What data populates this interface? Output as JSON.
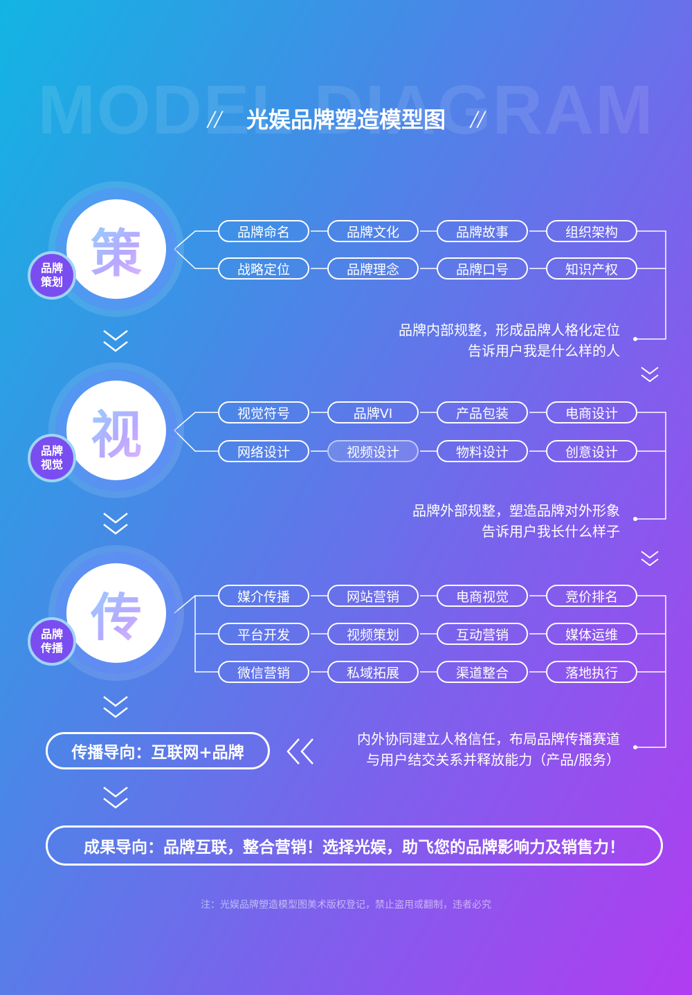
{
  "watermark": "MODEL DIAGRAM",
  "title": {
    "slash_left": "//",
    "text": "光娱品牌塑造模型图",
    "slash_right": "//"
  },
  "sections": [
    {
      "char": "策",
      "badge": [
        "品牌",
        "策划"
      ],
      "rows": [
        [
          "品牌命名",
          "品牌文化",
          "品牌故事",
          "组织架构"
        ],
        [
          "战略定位",
          "品牌理念",
          "品牌口号",
          "知识产权"
        ]
      ],
      "desc": [
        "品牌内部规整，形成品牌人格化定位",
        "告诉用户我是什么样的人"
      ]
    },
    {
      "char": "视",
      "badge": [
        "品牌",
        "视觉"
      ],
      "rows": [
        [
          "视觉符号",
          "品牌VI",
          "产品包装",
          "电商设计"
        ],
        [
          "网络设计",
          "视频设计",
          "物料设计",
          "创意设计"
        ]
      ],
      "desc": [
        "品牌外部规整，塑造品牌对外形象",
        "告诉用户我长什么样子"
      ]
    },
    {
      "char": "传",
      "badge": [
        "品牌",
        "传播"
      ],
      "rows": [
        [
          "媒介传播",
          "网站营销",
          "电商视觉",
          "竞价排名"
        ],
        [
          "平台开发",
          "视频策划",
          "互动营销",
          "媒体运维"
        ],
        [
          "微信营销",
          "私域拓展",
          "渠道整合",
          "落地执行"
        ]
      ],
      "desc": [
        "内外协同建立人格信任，布局品牌传播赛道",
        "与用户结交关系并释放能力（产品/服务）"
      ]
    }
  ],
  "orientation": "传播导向：互联网+品牌",
  "result": "成果导向：品牌互联，整合营销！选择光娱，助飞您的品牌影响力及销售力！",
  "note": "注：光娱品牌塑造模型图美术版权登记，禁止盗用或翻制，违者必究",
  "colors": {
    "accent_badge": "#7a4df0",
    "badge_border": "#9fd5f5",
    "gradient_start": "#12b5e3",
    "gradient_end": "#b23cf1"
  },
  "icons": {
    "down_chevron": "double-chevron-down-icon",
    "left_chevron": "double-chevron-left-icon"
  }
}
